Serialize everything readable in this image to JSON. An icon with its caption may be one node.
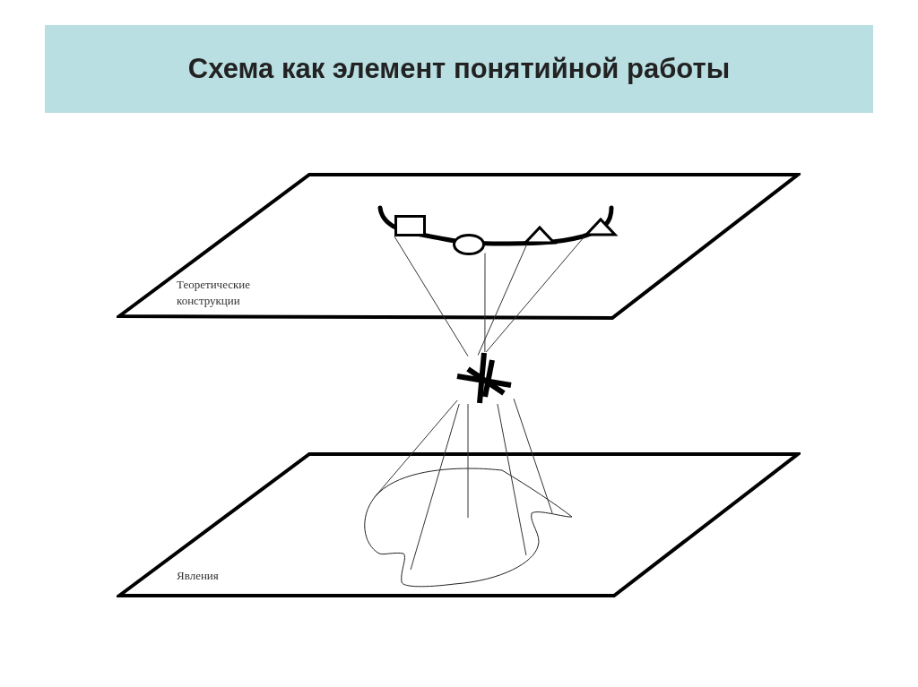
{
  "diagram": {
    "title": "Схема как элемент понятийной работы",
    "nodes": [
      {
        "text": [
          "Теоретические конструкции"
        ]
      },
      {
        "text": [
          "Явления"
        ]
      },
      {
        "text": [],
        "shape": "box",
        "in": 0
      },
      {
        "text": [],
        "shape": "circle",
        "in": 0
      },
      {
        "text": [],
        "shape": "triangle",
        "in": 0
      },
      {
        "text": [],
        "shape": "triangle",
        "in": 0
      },
      {
        "text": [],
        "shape": "cross"
      },
      {
        "text": [],
        "shape": "blob",
        "in": 1
      }
    ],
    "edges": [
      {
        "from": 2,
        "to": 6,
        "arrow": "none"
      },
      {
        "from": 3,
        "to": 6,
        "arrow": "none"
      },
      {
        "from": 4,
        "to": 6,
        "arrow": "none"
      },
      {
        "from": 5,
        "to": 6,
        "arrow": "none"
      },
      {
        "from": 6,
        "to": 7,
        "arrow": "none"
      },
      {
        "from": 6,
        "to": 7,
        "arrow": "none"
      },
      {
        "from": 6,
        "to": 7,
        "arrow": "none"
      },
      {
        "from": 6,
        "to": 7,
        "arrow": "none"
      },
      {
        "from": 6,
        "to": 7,
        "arrow": "none"
      }
    ]
  }
}
